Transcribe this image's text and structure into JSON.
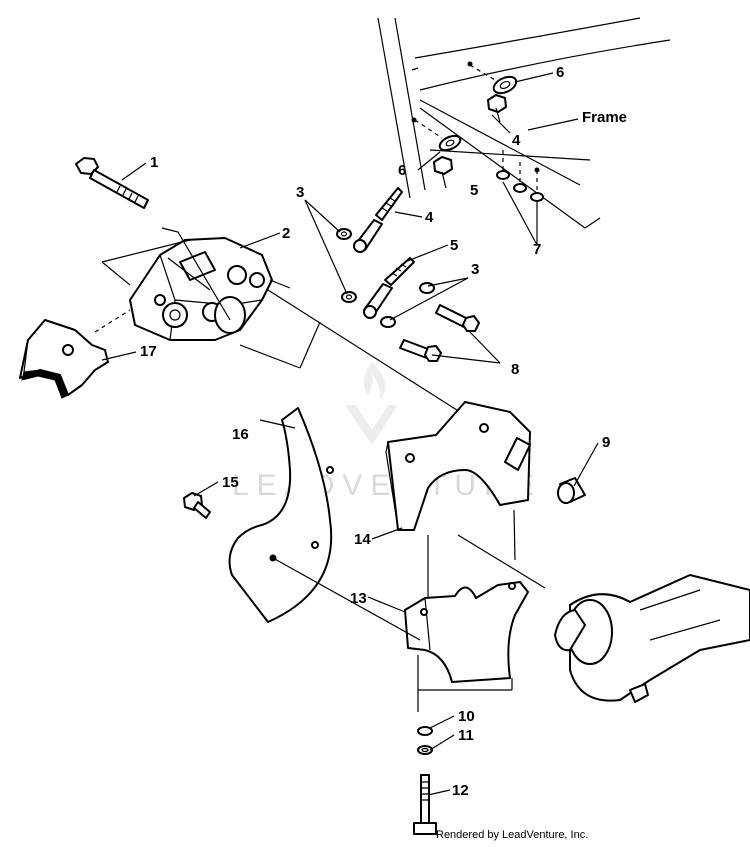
{
  "diagram": {
    "frame_label": "Frame",
    "callouts": [
      "1",
      "2",
      "3",
      "3",
      "4",
      "4",
      "5",
      "5",
      "6",
      "6",
      "7",
      "8",
      "9",
      "10",
      "11",
      "12",
      "13",
      "14",
      "15",
      "16",
      "17"
    ]
  },
  "watermark": {
    "text": "LEADVENTURE"
  },
  "footer": {
    "text": "Rendered by LeadVenture, Inc."
  }
}
